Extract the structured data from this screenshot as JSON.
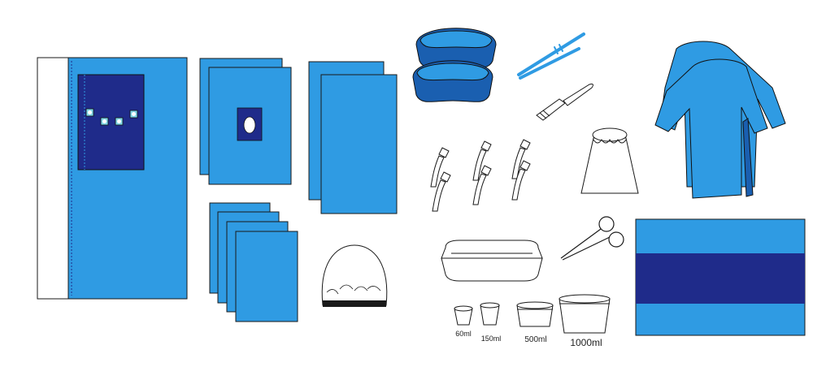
{
  "colors": {
    "drape_blue": "#2f9be3",
    "drape_dark": "#1f2b8a",
    "outline": "#1a1a1a",
    "white": "#ffffff"
  },
  "items": [
    "large-drape-with-pouch",
    "fenestrated-drape",
    "plain-drape-pair",
    "small-towel-stack",
    "bouffant-cap",
    "kidney-basins",
    "forceps",
    "scalpel",
    "towel-clamps",
    "shoe-cover",
    "surgical-gowns",
    "instrument-tray",
    "scissors",
    "graduated-cups",
    "striped-drape"
  ],
  "cups": {
    "labels": [
      "60ml",
      "150ml",
      "500ml",
      "1000ml"
    ]
  }
}
